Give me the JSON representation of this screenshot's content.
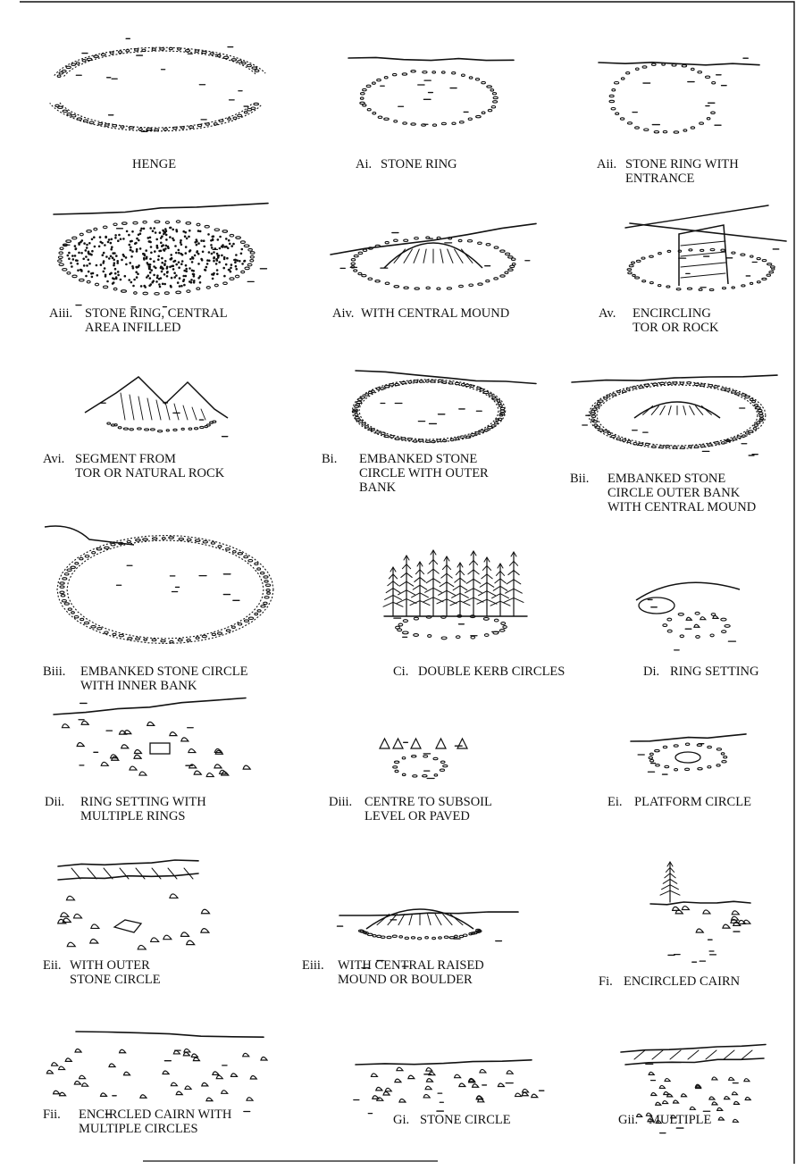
{
  "figure": {
    "panels": [
      {
        "code": "",
        "caption": [
          "HENGE"
        ]
      },
      {
        "code": "Ai.",
        "caption": [
          "STONE RING"
        ]
      },
      {
        "code": "Aii.",
        "caption": [
          "STONE RING WITH",
          "ENTRANCE"
        ]
      },
      {
        "code": "Aiii.",
        "caption": [
          "STONE RING, CENTRAL",
          "AREA INFILLED"
        ]
      },
      {
        "code": "Aiv.",
        "caption": [
          "WITH CENTRAL MOUND"
        ]
      },
      {
        "code": "Av.",
        "caption": [
          "ENCIRCLING",
          "TOR OR ROCK"
        ]
      },
      {
        "code": "Avi.",
        "caption": [
          "SEGMENT FROM",
          "TOR OR NATURAL ROCK"
        ]
      },
      {
        "code": "Bi.",
        "caption": [
          "EMBANKED STONE",
          "CIRCLE WITH OUTER",
          "BANK"
        ]
      },
      {
        "code": "Bii.",
        "caption": [
          "EMBANKED STONE",
          "CIRCLE OUTER BANK",
          "WITH CENTRAL MOUND"
        ]
      },
      {
        "code": "Biii.",
        "caption": [
          "EMBANKED STONE CIRCLE",
          "WITH INNER BANK"
        ]
      },
      {
        "code": "Ci.",
        "caption": [
          "DOUBLE KERB CIRCLES"
        ]
      },
      {
        "code": "Di.",
        "caption": [
          "RING SETTING"
        ]
      },
      {
        "code": "Dii.",
        "caption": [
          "RING SETTING WITH",
          "MULTIPLE RINGS"
        ]
      },
      {
        "code": "Diii.",
        "caption": [
          "CENTRE TO SUBSOIL",
          "LEVEL OR PAVED"
        ]
      },
      {
        "code": "Ei.",
        "caption": [
          "PLATFORM CIRCLE"
        ]
      },
      {
        "code": "Eii.",
        "caption": [
          "WITH OUTER",
          "STONE CIRCLE"
        ]
      },
      {
        "code": "Eiii.",
        "caption": [
          "WITH CENTRAL RAISED",
          "MOUND OR BOULDER"
        ]
      },
      {
        "code": "Fi.",
        "caption": [
          "ENCIRCLED CAIRN"
        ]
      },
      {
        "code": "Fii.",
        "caption": [
          "ENCIRCLED CAIRN WITH",
          "MULTIPLE CIRCLES"
        ]
      },
      {
        "code": "Gi.",
        "caption": [
          "STONE CIRCLE"
        ]
      },
      {
        "code": "Gii.",
        "caption": [
          "MULTIPLE"
        ]
      }
    ],
    "ink_color": "#111111",
    "paper_color": "#ffffff"
  }
}
